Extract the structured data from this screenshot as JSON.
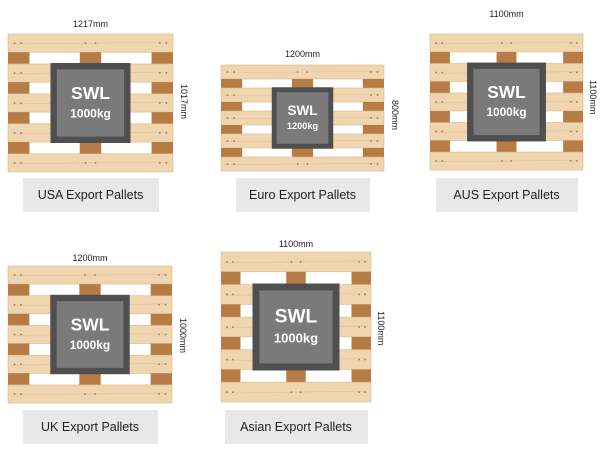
{
  "colors": {
    "wood_light": "#f0d6b0",
    "wood_dark": "#c9955a",
    "block": "#b77c45",
    "plate_outer": "#4f4f4f",
    "plate_inner": "#7a7a7a",
    "caption_bg": "#e8e8e8"
  },
  "pallets": [
    {
      "id": "usa",
      "swl_label": "SWL",
      "capacity": "1000kg",
      "width_label": "1217mm",
      "length_label": "1017mm",
      "caption": "USA Export Pallets"
    },
    {
      "id": "euro",
      "swl_label": "SWL",
      "capacity": "1200kg",
      "width_label": "1200mm",
      "length_label": "800mm",
      "caption": "Euro Export Pallets"
    },
    {
      "id": "aus",
      "swl_label": "SWL",
      "capacity": "1000kg",
      "width_label": "1100mm",
      "length_label": "1100mm",
      "caption": "AUS Export Pallets"
    },
    {
      "id": "uk",
      "swl_label": "SWL",
      "capacity": "1000kg",
      "width_label": "1200mm",
      "length_label": "1000mm",
      "caption": "UK Export Pallets"
    },
    {
      "id": "asian",
      "swl_label": "SWL",
      "capacity": "1000kg",
      "width_label": "1100mm",
      "length_label": "1100mm",
      "caption": "Asian Export Pallets"
    }
  ]
}
